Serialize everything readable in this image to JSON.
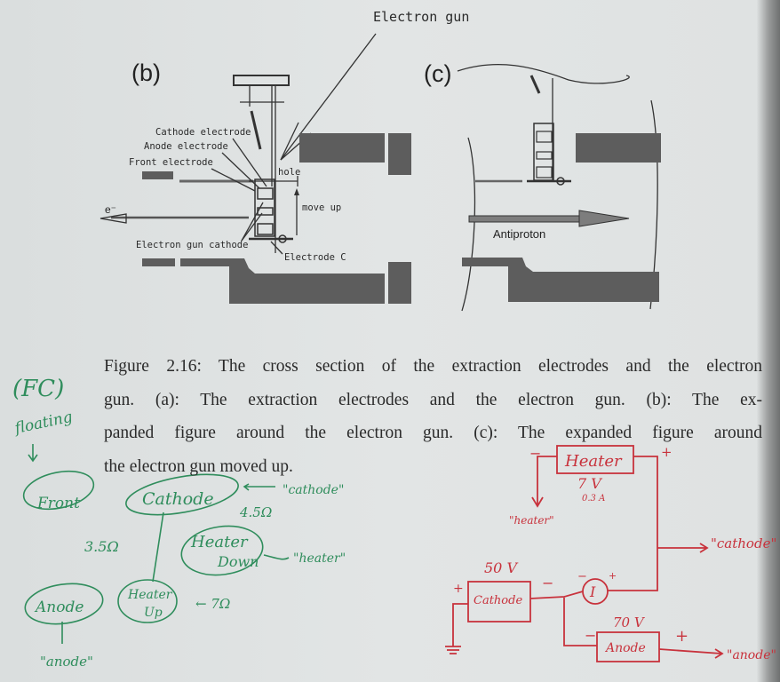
{
  "figure": {
    "top_label": "Electron gun",
    "panel_b": {
      "tag": "(b)",
      "labels": {
        "cathode_electrode": "Cathode electrode",
        "anode_electrode": "Anode electrode",
        "front_electrode": "Front electrode",
        "electron": "e⁻",
        "hole": "hole",
        "move_up": "move up",
        "electron_gun_cathode": "Electron gun cathode",
        "electrode_c": "Electrode C"
      }
    },
    "panel_c": {
      "tag": "(c)",
      "antiproton": "Antiproton"
    },
    "caption": [
      "Figure 2.16: The cross section of the extraction electrodes and the electron",
      "gun. (a): The extraction electrodes and the electron gun. (b): The ex-",
      "panded figure around the electron gun. (c): The expanded figure around",
      "the electron gun moved up."
    ]
  },
  "green_notes": {
    "fc": "(FC)",
    "floating": "floating",
    "front": "Front",
    "cathode": "Cathode",
    "cathode_quote": "\"cathode\"",
    "r45": "4.5Ω",
    "r35": "3.5Ω",
    "heater_down_1": "Heater",
    "heater_down_2": "Down",
    "heater_quote": "\"heater\"",
    "anode": "Anode",
    "heater_up_1": "Heater",
    "heater_up_2": "Up",
    "r7": "← 7Ω",
    "anode_quote": "\"anode\""
  },
  "red_circuit": {
    "heater_box": "Heater",
    "heater_minus": "−",
    "heater_plus": "+",
    "heater_voltage": "7 V",
    "heater_current": "0.3 A",
    "heater_out": "\"heater\"",
    "cathode_out": "\"cathode\"",
    "cathode_voltage": "50 V",
    "cathode_box": "Cathode",
    "cathode_plus": "+",
    "cathode_minus": "−",
    "meter": "I",
    "meter_minus": "−",
    "meter_plus": "+",
    "anode_voltage": "70 V",
    "anode_box": "Anode",
    "anode_minus": "−",
    "anode_plus": "+",
    "anode_out": "\"anode\""
  },
  "colors": {
    "paper": "#dde1e1",
    "green_ink": "#2f8d5c",
    "red_ink": "#c8323c",
    "print": "#5d5d5d"
  }
}
